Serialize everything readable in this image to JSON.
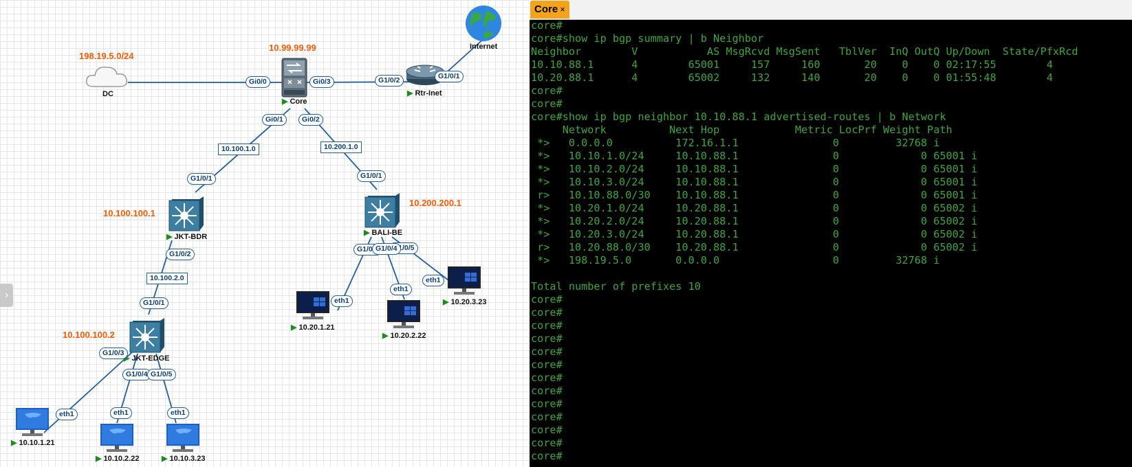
{
  "canvas": {
    "networks": {
      "dc_net": "198.19.5.0/24",
      "core_ip": "10.99.99.99",
      "bdr_ip": "10.100.100.1",
      "edge_ip": "10.100.100.2",
      "bali_ip": "10.200.200.1"
    },
    "nodes": {
      "dc": "DC",
      "core": "Core",
      "rtr_inet": "Rtr-Inet",
      "internet": "Internet",
      "jkt_bdr": "JKT-BDR",
      "bali_be": "BALI-BE",
      "jkt_edge": "JKT-EDGE",
      "pc_10_20_1_21": "10.20.1.21",
      "pc_10_20_2_22": "10.20.2.22",
      "pc_10_20_3_23": "10.20.3.23",
      "pc_10_10_1_21": "10.10.1.21",
      "pc_10_10_2_22": "10.10.2.22",
      "pc_10_10_3_23": "10.10.3.23"
    },
    "ports": {
      "core_gi00": "Gi0/0",
      "core_gi03": "Gi0/3",
      "rtr_g102": "G1/0/2",
      "rtr_g101": "G1/0/1",
      "core_gi01": "Gi0/1",
      "core_gi02": "Gi0/2",
      "bdr_g101": "G1/0/1",
      "bali_g101": "G1/0/1",
      "bdr_g102": "G1/0/2",
      "edge_g101": "G1/0/1",
      "edge_g103": "G1/0/3",
      "edge_g104": "G1/0/4",
      "edge_g105": "G1/0/5",
      "bali_g103": "G1/0/3",
      "bali_g104": "G1/0/4",
      "bali_g105": "G1/0/5",
      "pc1021_eth1": "eth1",
      "pc1022_eth1": "eth1",
      "pc1023_eth1": "eth1",
      "pc2021_eth1": "eth1",
      "pc2022_eth1": "eth1",
      "pc2023_eth1": "eth1"
    },
    "subnets": {
      "core_bdr": "10.100.1.0",
      "core_bali": "10.200.1.0",
      "bdr_edge": "10.100.2.0"
    }
  },
  "terminal": {
    "tab_label": "Core",
    "tab_close": "×",
    "lines": [
      "core#",
      "core#show ip bgp summary | b Neighbor",
      "Neighbor        V           AS MsgRcvd MsgSent   TblVer  InQ OutQ Up/Down  State/PfxRcd",
      "10.10.88.1      4        65001     157     160       20    0    0 02:17:55        4",
      "10.20.88.1      4        65002     132     140       20    0    0 01:55:48        4",
      "core#",
      "core#",
      "core#show ip bgp neighbor 10.10.88.1 advertised-routes | b Network",
      "     Network          Next Hop            Metric LocPrf Weight Path",
      " *>   0.0.0.0          172.16.1.1               0         32768 i",
      " *>   10.10.1.0/24     10.10.88.1               0             0 65001 i",
      " *>   10.10.2.0/24     10.10.88.1               0             0 65001 i",
      " *>   10.10.3.0/24     10.10.88.1               0             0 65001 i",
      " r>   10.10.88.0/30    10.10.88.1               0             0 65001 i",
      " *>   10.20.1.0/24     10.20.88.1               0             0 65002 i",
      " *>   10.20.2.0/24     10.20.88.1               0             0 65002 i",
      " *>   10.20.3.0/24     10.20.88.1               0             0 65002 i",
      " r>   10.20.88.0/30    10.20.88.1               0             0 65002 i",
      " *>   198.19.5.0       0.0.0.0                  0         32768 i",
      "",
      "Total number of prefixes 10",
      "core#",
      "core#",
      "core#",
      "core#",
      "core#",
      "core#",
      "core#",
      "core#",
      "core#",
      "core#",
      "core#",
      "core#",
      "core#"
    ]
  },
  "colors": {
    "terminal_text": "#3aa63a",
    "terminal_bg": "#000000",
    "tab_active": "#f5a31a",
    "ip_label": "#ff5a00",
    "link": "#1e5fa8",
    "status_triangle": "#1e8c1e"
  },
  "icons": {
    "cloud": "cloud-icon",
    "switch": "switch-icon",
    "router": "router-icon",
    "globe": "globe-icon",
    "l3switch": "l3-switch-icon",
    "pc": "pc-monitor-icon",
    "play": "play-triangle-icon",
    "collapse": "chevron-right-icon"
  }
}
